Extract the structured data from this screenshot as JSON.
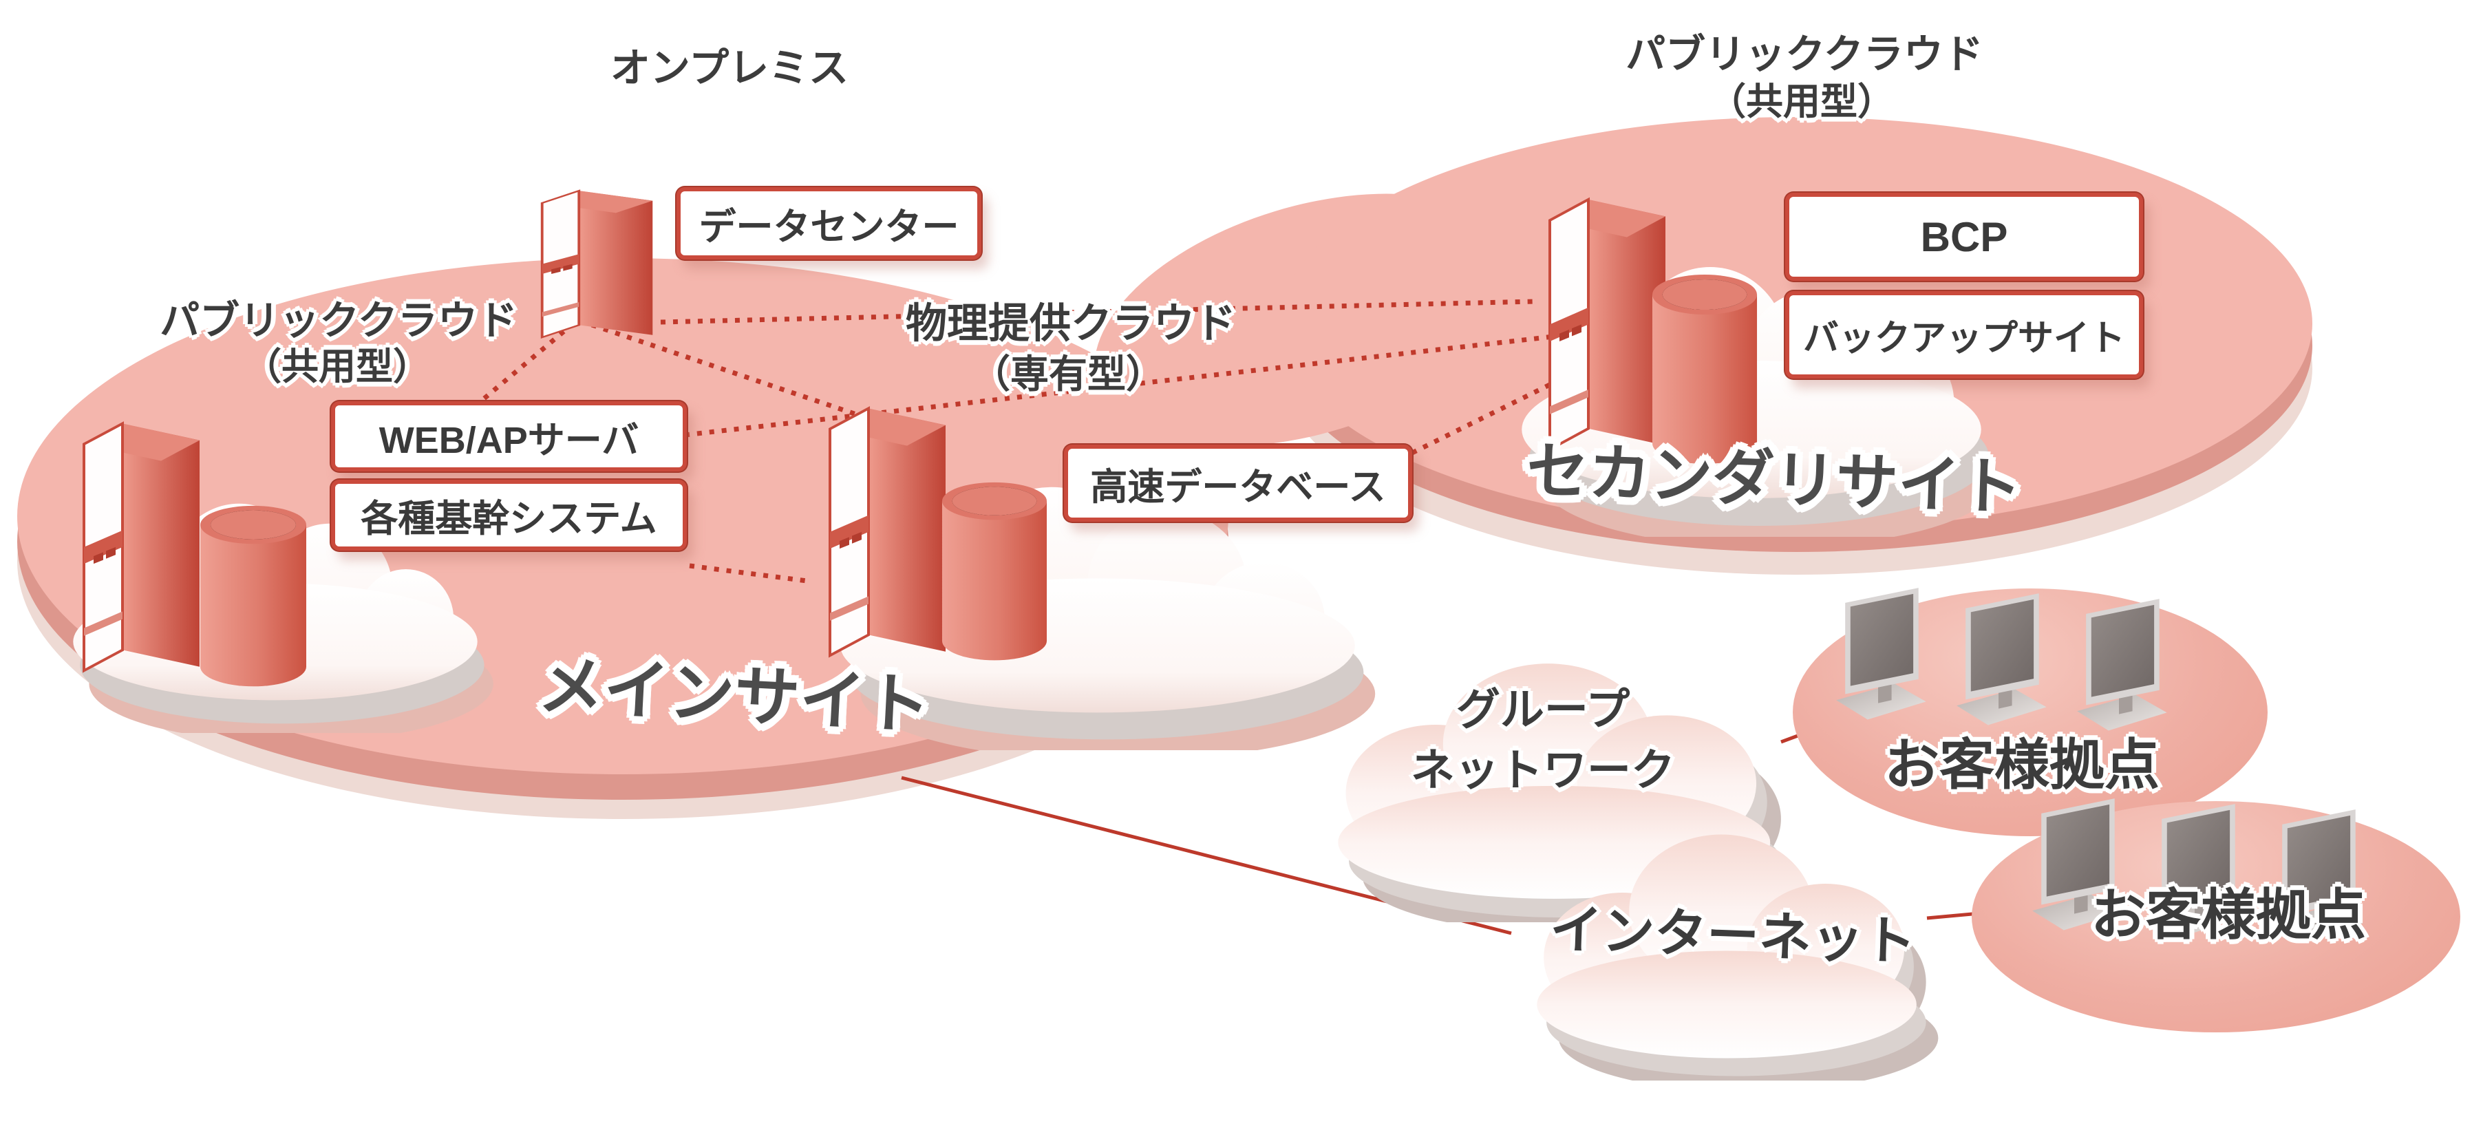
{
  "labels": {
    "onprem": "オンプレミス",
    "pub_left_1": "パブリッククラウド",
    "pub_left_2": "（共用型）",
    "phys_1": "物理提供クラウド",
    "phys_2": "（専有型）",
    "pub_right_1": "パブリッククラウド",
    "pub_right_2": "（共用型）",
    "main_site": "メインサイト",
    "secondary_site": "セカンダリサイト",
    "group_net_1": "グループ",
    "group_net_2": "ネットワーク",
    "internet": "インターネット",
    "customer_1": "お客様拠点",
    "customer_2": "お客様拠点"
  },
  "boxes": {
    "datacenter": "データセンター",
    "webap": "WEB/APサーバ",
    "core_systems": "各種基幹システム",
    "high_speed_db": "高速データベース",
    "bcp": "BCP",
    "backup_site": "バックアップサイト"
  },
  "colors": {
    "site_pink": "#f4b6ad",
    "site_rim": "#dd978d",
    "box_border_red": "#ca4a3c",
    "line_red": "#c0392b",
    "server_red": "#c84b3c",
    "text_dark": "#3c3c3c"
  }
}
